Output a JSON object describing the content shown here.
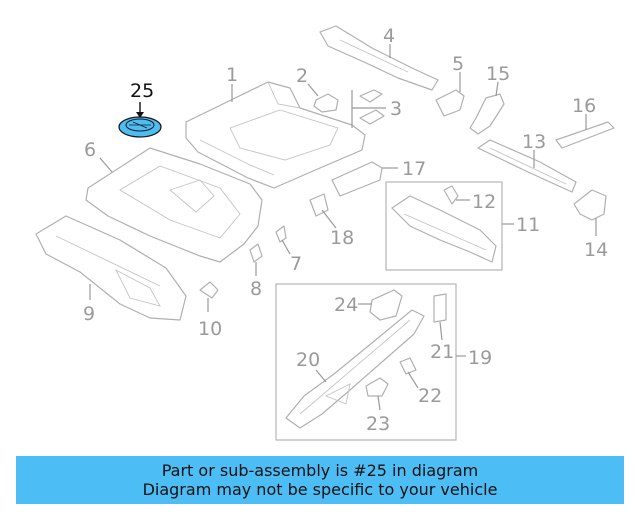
{
  "highlight_part": "25",
  "callouts": {
    "c1": "1",
    "c2": "2",
    "c3": "3",
    "c4": "4",
    "c5": "5",
    "c6": "6",
    "c7": "7",
    "c8": "8",
    "c9": "9",
    "c10": "10",
    "c11": "11",
    "c12": "12",
    "c13": "13",
    "c14": "14",
    "c15": "15",
    "c16": "16",
    "c17": "17",
    "c18": "18",
    "c19": "19",
    "c20": "20",
    "c21": "21",
    "c22": "22",
    "c23": "23",
    "c24": "24",
    "c25": "25"
  },
  "colors": {
    "highlight_fill": "#4dbdf5",
    "banner_bg": "#4dbdf5",
    "line": "#9a9a9a"
  },
  "banner": {
    "line1": "Part or sub-assembly is #25 in diagram",
    "line2": "Diagram may not be specific to your vehicle"
  }
}
